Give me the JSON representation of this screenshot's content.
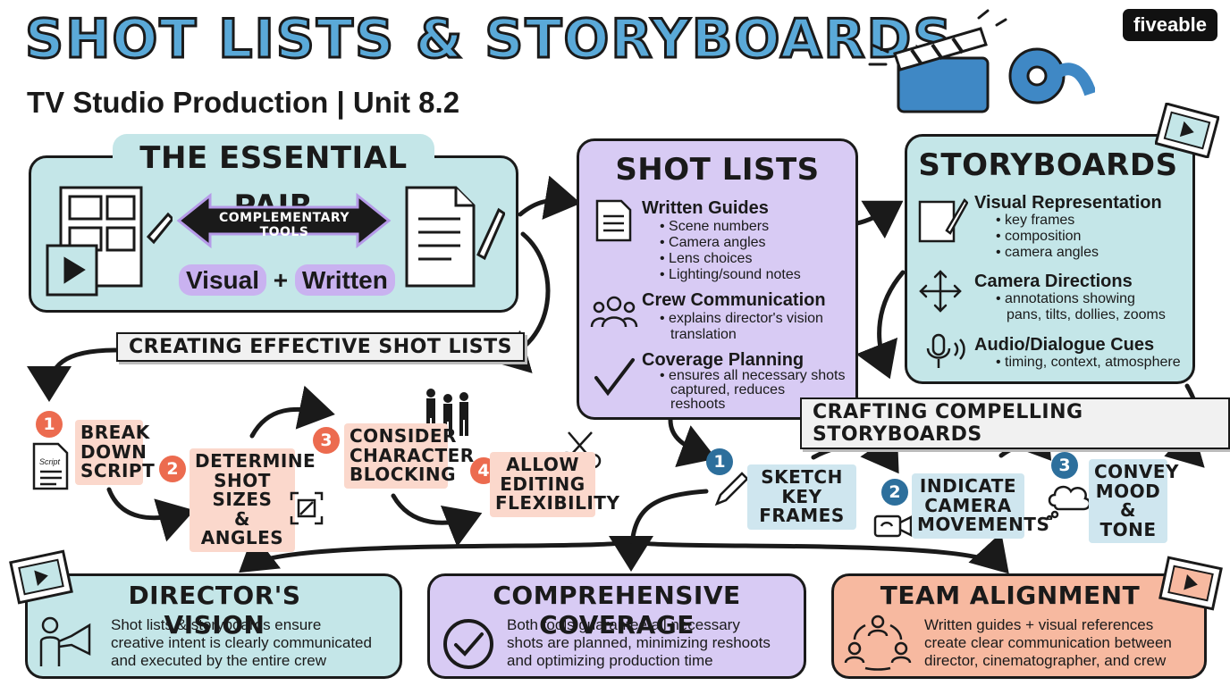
{
  "header": {
    "title": "SHOT LISTS & STORYBOARDS",
    "subtitle": "TV Studio Production | Unit 8.2",
    "logo": "fiveable"
  },
  "essential_pair": {
    "title": "THE ESSENTIAL PAIR",
    "arrow_label": "COMPLEMENTARY TOOLS",
    "visual": "Visual",
    "plus": "+",
    "written": "Written"
  },
  "shot_lists": {
    "title": "SHOT LISTS",
    "sections": [
      {
        "heading": "Written Guides",
        "icon": "document-icon",
        "items": [
          "Scene numbers",
          "Camera angles",
          "Lens choices",
          "Lighting/sound notes"
        ]
      },
      {
        "heading": "Crew Communication",
        "icon": "team-icon",
        "items": [
          "explains director's vision",
          "translation"
        ]
      },
      {
        "heading": "Coverage Planning",
        "icon": "checkmark-icon",
        "items": [
          "ensures all necessary shots",
          "captured, reduces",
          "reshoots"
        ]
      }
    ]
  },
  "storyboards": {
    "title": "STORYBOARDS",
    "sections": [
      {
        "heading": "Visual Representation",
        "icon": "sketch-pad-icon",
        "items": [
          "key frames",
          "composition",
          "camera angles"
        ]
      },
      {
        "heading": "Camera Directions",
        "icon": "move-arrows-icon",
        "items": [
          "annotations showing",
          "pans, tilts, dollies, zooms"
        ]
      },
      {
        "heading": "Audio/Dialogue Cues",
        "icon": "microphone-icon",
        "items": [
          "timing, context, atmosphere"
        ]
      }
    ]
  },
  "creating_label": "CREATING EFFECTIVE SHOT LISTS",
  "crafting_label": "CRAFTING COMPELLING STORYBOARDS",
  "shot_steps": [
    {
      "num": "1",
      "lines": [
        "BREAK",
        "DOWN",
        "SCRIPT"
      ],
      "icon_text": "Script"
    },
    {
      "num": "2",
      "lines": [
        "DETERMINE",
        "SHOT SIZES",
        "& ANGLES"
      ]
    },
    {
      "num": "3",
      "lines": [
        "CONSIDER",
        "CHARACTER",
        "BLOCKING"
      ]
    },
    {
      "num": "4",
      "lines": [
        "ALLOW",
        "EDITING",
        "FLEXIBILITY"
      ]
    }
  ],
  "story_steps": [
    {
      "num": "1",
      "lines": [
        "SKETCH",
        "KEY FRAMES"
      ]
    },
    {
      "num": "2",
      "lines": [
        "INDICATE",
        "CAMERA",
        "MOVEMENTS"
      ]
    },
    {
      "num": "3",
      "lines": [
        "CONVEY",
        "MOOD &",
        "TONE"
      ]
    }
  ],
  "bottom": [
    {
      "title": "DIRECTOR'S VISION",
      "lines": [
        "Shot lists & storyboards ensure",
        "creative intent is clearly communicated",
        "and executed by the entire crew"
      ]
    },
    {
      "title": "COMPREHENSIVE COVERAGE",
      "lines": [
        "Both tools guarantee all necessary",
        "shots are planned, minimizing reshoots",
        "and optimizing production time"
      ]
    },
    {
      "title": "TEAM ALIGNMENT",
      "lines": [
        "Written guides + visual references",
        "create clear communication between",
        "director, cinematographer, and crew"
      ]
    }
  ],
  "colors": {
    "teal": "#c4e6e8",
    "lavender": "#d8cbf4",
    "salmon": "#f7b9a0",
    "title_blue": "#5aa9d8",
    "step_red": "#ec6b4f",
    "step_blue": "#2d6f9c"
  }
}
